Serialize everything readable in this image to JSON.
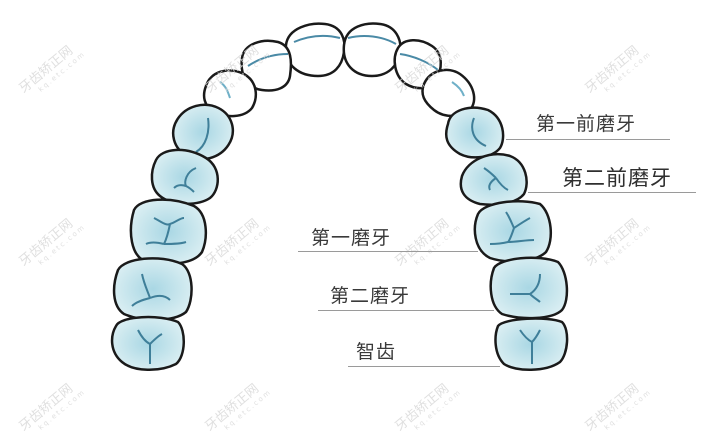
{
  "diagram": {
    "title": "",
    "type": "dental-arch",
    "colors": {
      "tooth_outline": "#1a1a1a",
      "tooth_fill_posterior": "#cfe9ef",
      "tooth_fill_center": "#a9d7e4",
      "tooth_fill_anterior": "#ffffff",
      "groove": "#3f7f99",
      "incisal_line": "#5a9ab5",
      "label_text": "#3a3a3a",
      "leader_line": "#9a9a9a",
      "watermark": "#d8d8d8"
    },
    "labels": [
      {
        "id": "first-premolar",
        "text": "第一前磨牙"
      },
      {
        "id": "second-premolar",
        "text": "第二前磨牙"
      },
      {
        "id": "first-molar",
        "text": "第一磨牙"
      },
      {
        "id": "second-molar",
        "text": "第二磨牙"
      },
      {
        "id": "wisdom-tooth",
        "text": "智齿"
      }
    ],
    "watermark": {
      "text": "牙齿矫正网",
      "subtext": "kq.etc.com"
    }
  }
}
